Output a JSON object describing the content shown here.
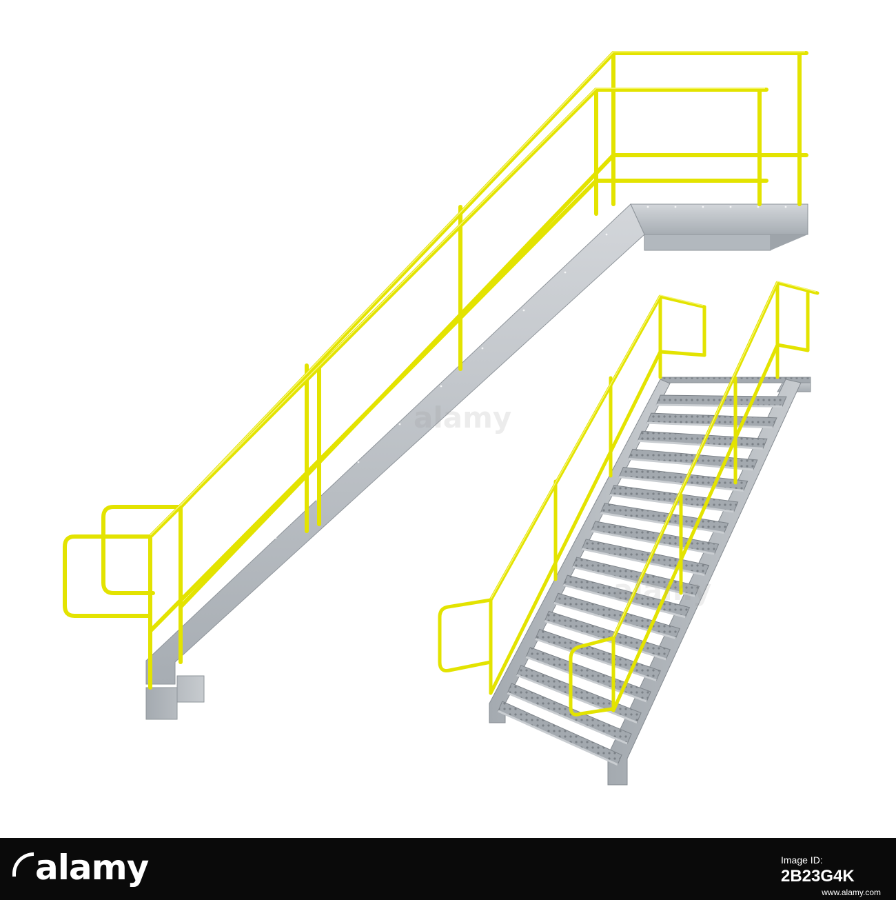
{
  "image": {
    "subject": "two-industrial-stairs",
    "colors": {
      "rail_yellow": "#e6e600",
      "rail_highlight": "#f7f76a",
      "steel_light": "#c9ccd0",
      "steel_mid": "#aab0b6",
      "steel_dark": "#8c9298",
      "tread": "#9ea4aa",
      "background": "#ffffff",
      "bar": "#0a0a0a"
    }
  },
  "watermark": {
    "brand": "alamy",
    "image_id_label": "Image ID:",
    "image_id": "2B23G4K",
    "site": "www.alamy.com",
    "overlay_text": "alamy"
  }
}
